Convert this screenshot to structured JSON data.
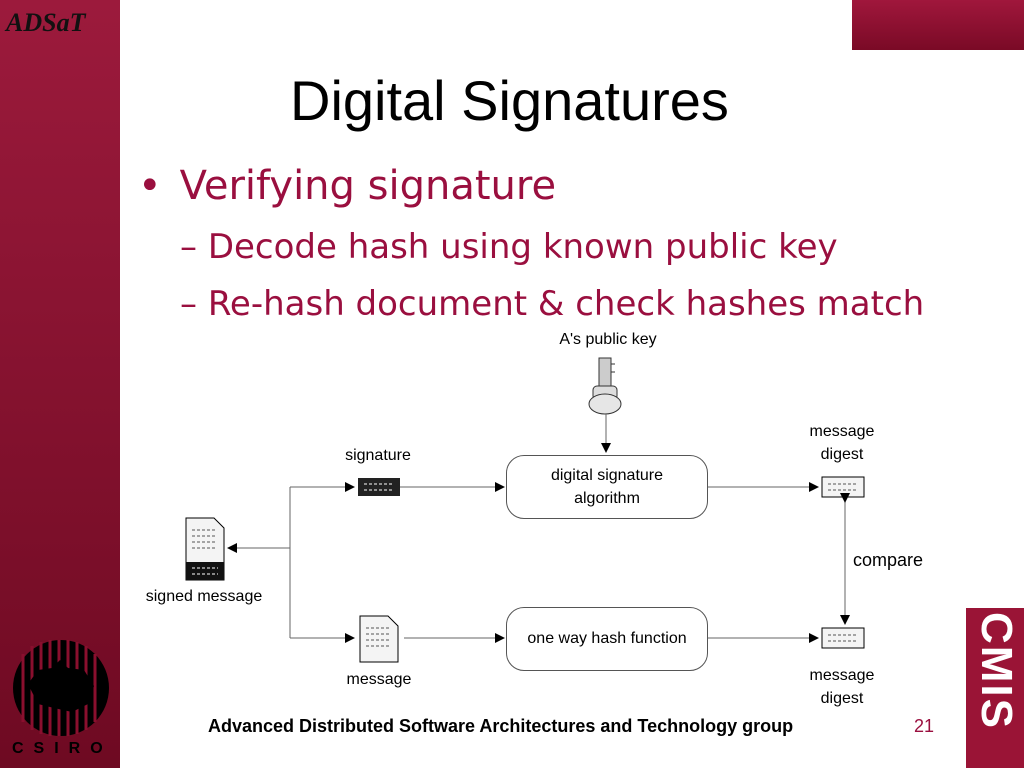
{
  "sidebar": {
    "brand": "ADSaT"
  },
  "logos": {
    "csiro": "CSIRO",
    "cmis": "CMIS"
  },
  "slide": {
    "title": "Digital Signatures",
    "bullet": "Verifying signature",
    "subbullets": [
      "Decode hash using known public key",
      "Re-hash document & check hashes match"
    ]
  },
  "diagram": {
    "key_label": "A's public key",
    "signature_label": "signature",
    "signed_message_label": "signed message",
    "message_label": "message",
    "dsa_label": "digital signature algorithm",
    "hash_label": "one way hash function",
    "digest_top_label": "message digest",
    "digest_bottom_label": "message digest",
    "compare_label": "compare"
  },
  "footer": {
    "text": "Advanced Distributed Software Architectures and Technology group",
    "page": "21"
  },
  "colors": {
    "accent": "#9a0f3f",
    "sidebar": "#7e0d2b"
  }
}
